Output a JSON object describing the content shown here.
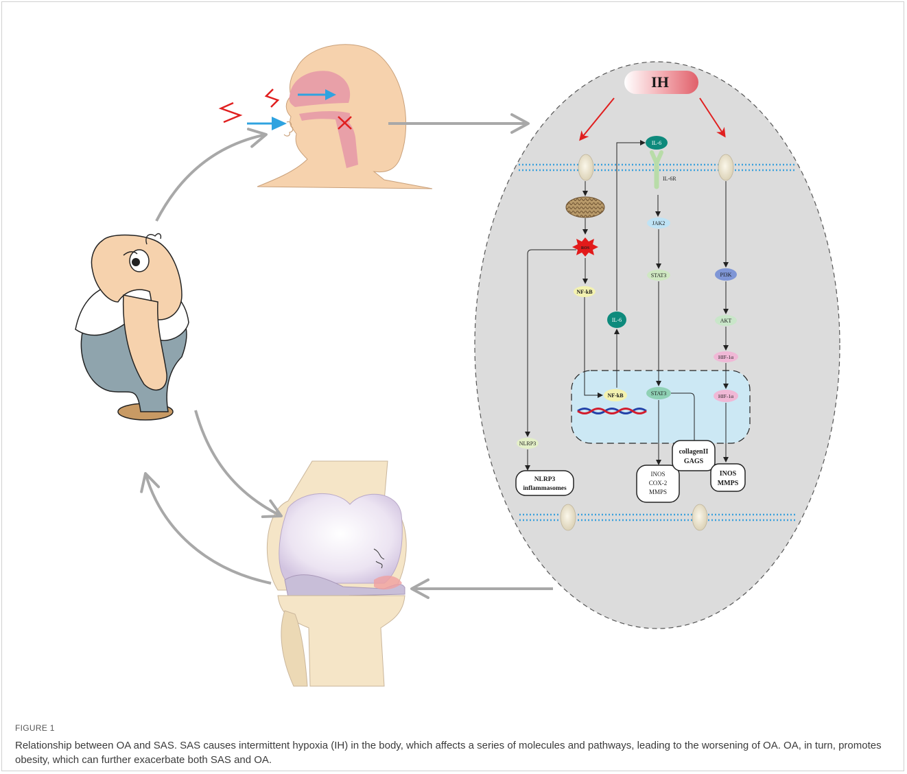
{
  "figure": {
    "label": "FIGURE 1",
    "caption": "Relationship between OA and SAS. SAS causes intermittent hypoxia (IH) in the body, which affects a series of molecules and pathways, leading to the worsening of OA. OA, in turn, promotes obesity, which can further exacerbate both SAS and OA."
  },
  "diagram": {
    "ih": "IH",
    "ros": "ROS",
    "il6_top": "IL-6",
    "il6r": "IL-6R",
    "jak2": "JAK2",
    "stat3": "STAT3",
    "stat3_nucleus": "STAT3",
    "pi3k": "PI3K",
    "akt": "AKT",
    "hif_cyto": "HIF-1α",
    "hif_nucleus": "HIF-1α",
    "nfkb_cyto": "NF-kB",
    "nfkb_nucleus": "NF-kB",
    "il6_mid": "IL-6",
    "nlrp3": "NLRP3",
    "nlrp3_box": [
      "NLRP3",
      "inflammasomes"
    ],
    "box_inos_cox": [
      "INOS",
      "COX-2",
      "MMPS"
    ],
    "box_collagen": [
      "collagenII",
      "GAGS"
    ],
    "box_inos_mmps": [
      "INOS",
      "MMPS"
    ]
  },
  "colors": {
    "cell_fill": "#dcdcdc",
    "nucleus_fill": "#cce8f4",
    "ih_red": "#e0606a",
    "arrow_red": "#e01f1f",
    "arrow_gray": "#a8a8a8",
    "skin": "#f6d2ad",
    "airway_pink": "#e8a0a8",
    "pants": "#8fa4ad",
    "membrane_blue": "#3aa0dc"
  }
}
